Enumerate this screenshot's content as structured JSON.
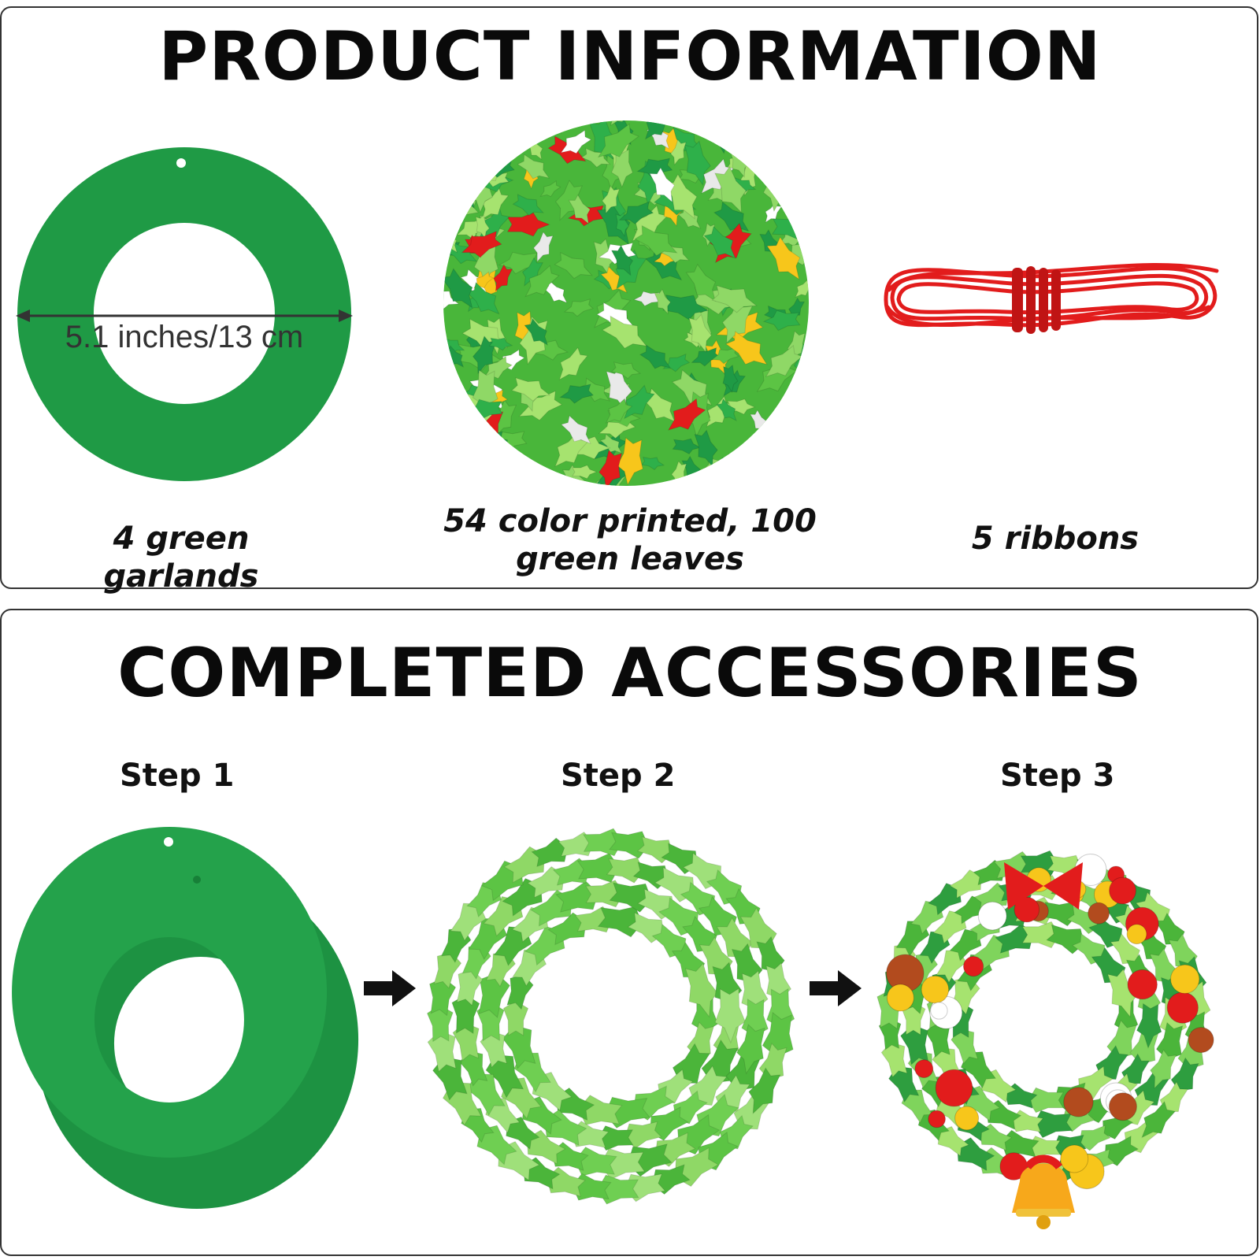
{
  "product_info": {
    "heading": "PRODUCT INFORMATION",
    "dimension_label": "5.1 inches/13 cm",
    "items": [
      {
        "caption": "4 green garlands"
      },
      {
        "caption": "54 color printed, 100 green leaves"
      },
      {
        "caption": "5 ribbons"
      }
    ]
  },
  "completed": {
    "heading": "COMPLETED ACCESSORIES",
    "steps": [
      {
        "label": "Step 1"
      },
      {
        "label": "Step 2"
      },
      {
        "label": "Step 3"
      }
    ]
  },
  "colors": {
    "garland_green": "#1f9a45",
    "leaf_light": "#8fd866",
    "leaf_mid": "#5cc444",
    "ribbon_red": "#e21c1c",
    "accent_yellow": "#f7c61b",
    "border": "#333333"
  }
}
